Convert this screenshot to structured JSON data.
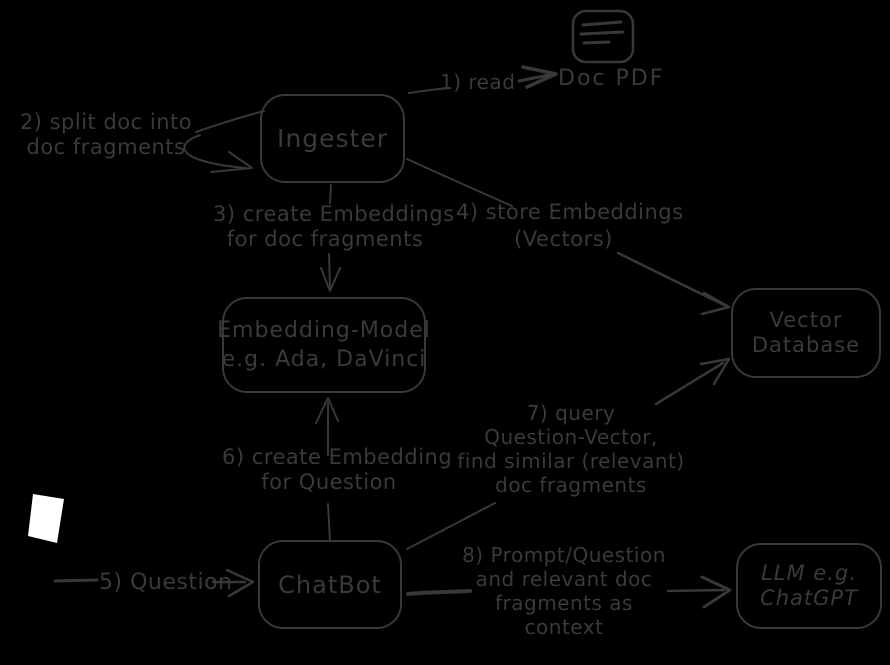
{
  "colors": {
    "background": "#000000",
    "ink": "#3a3a3a",
    "paper": "#ffffff"
  },
  "nodes": {
    "ingester": {
      "label": "Ingester"
    },
    "embedding_model": {
      "lines": [
        "Embedding-Model",
        "e.g. Ada, DaVinci"
      ]
    },
    "vector_database": {
      "lines": [
        "Vector",
        "Database"
      ]
    },
    "chatbot": {
      "label": "ChatBot"
    },
    "llm": {
      "lines": [
        "LLM e.g.",
        "ChatGPT"
      ]
    },
    "doc_pdf": {
      "label": "Doc PDF"
    }
  },
  "steps": {
    "step1": [
      "1) read"
    ],
    "step2": [
      "2) split doc into",
      "doc fragments"
    ],
    "step3": [
      "3) create Embeddings",
      "for doc fragments"
    ],
    "step4": [
      "4) store Embeddings",
      "(Vectors)"
    ],
    "step5": [
      "5) Question"
    ],
    "step6": [
      "6) create Embedding",
      "for Question"
    ],
    "step7": [
      "7) query",
      "Question-Vector,",
      "find similar (relevant)",
      "doc fragments"
    ],
    "step8": [
      "8) Prompt/Question",
      "and relevant doc",
      "fragments as",
      "context"
    ]
  }
}
